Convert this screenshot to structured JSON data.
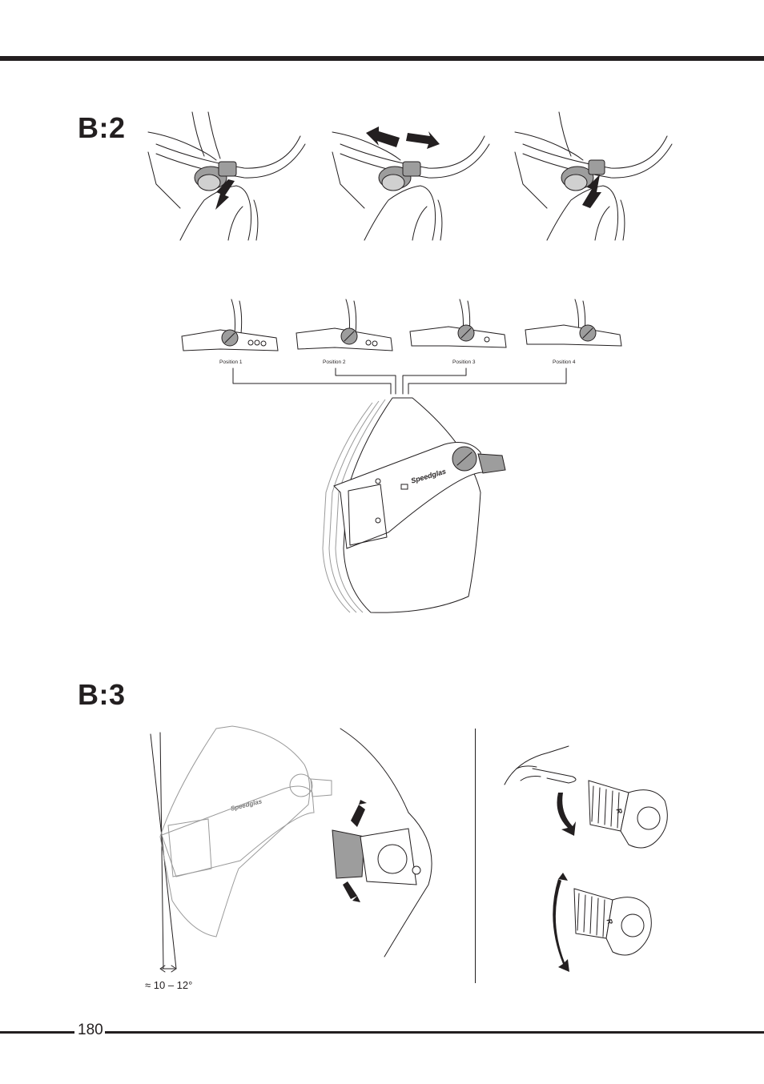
{
  "sections": {
    "b2": {
      "title": "B:2"
    },
    "b3": {
      "title": "B:3"
    }
  },
  "positions": [
    "Position 1",
    "Position 2",
    "Position 3",
    "Position 4"
  ],
  "brand": "Speedglas",
  "angle_label": "≈ 10 – 12°",
  "rotation_marker": "R",
  "page_number": "180",
  "colors": {
    "rule": "#231f20",
    "shade": "#9d9d9d",
    "light_shade": "#d0d0d0"
  }
}
